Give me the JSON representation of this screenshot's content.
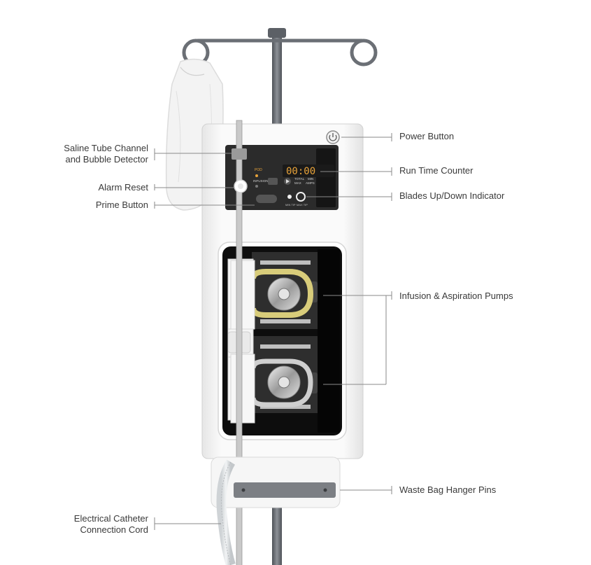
{
  "labels": {
    "saline_tube_line1": "Saline Tube Channel",
    "saline_tube_line2": "and Bubble Detector",
    "alarm_reset": "Alarm Reset",
    "prime_button": "Prime Button",
    "power_button": "Power Button",
    "run_time_counter": "Run Time Counter",
    "blades_indicator": "Blades Up/Down Indicator",
    "pumps": "Infusion & Aspiration Pumps",
    "waste_bag": "Waste Bag Hanger Pins",
    "catheter_line1": "Electrical Catheter",
    "catheter_line2": "Connection Cord"
  },
  "panel": {
    "display": "00:00",
    "pod": "POD",
    "infusion": "INFUSION",
    "total": "TOTAL",
    "max": "MAX",
    "min": "MIN",
    "ampr": "AMPS",
    "min_tip": "MIN TIP",
    "max_tip": "MAX TIP"
  },
  "colors": {
    "label_text": "#3a3a3a",
    "leader_line": "#8a8a8a",
    "pole": "#6b6f75",
    "housing": "#f4f4f4",
    "panel": "#2b2b2b",
    "display_digits": "#e8a33a",
    "tube": "#d8cc7a"
  }
}
